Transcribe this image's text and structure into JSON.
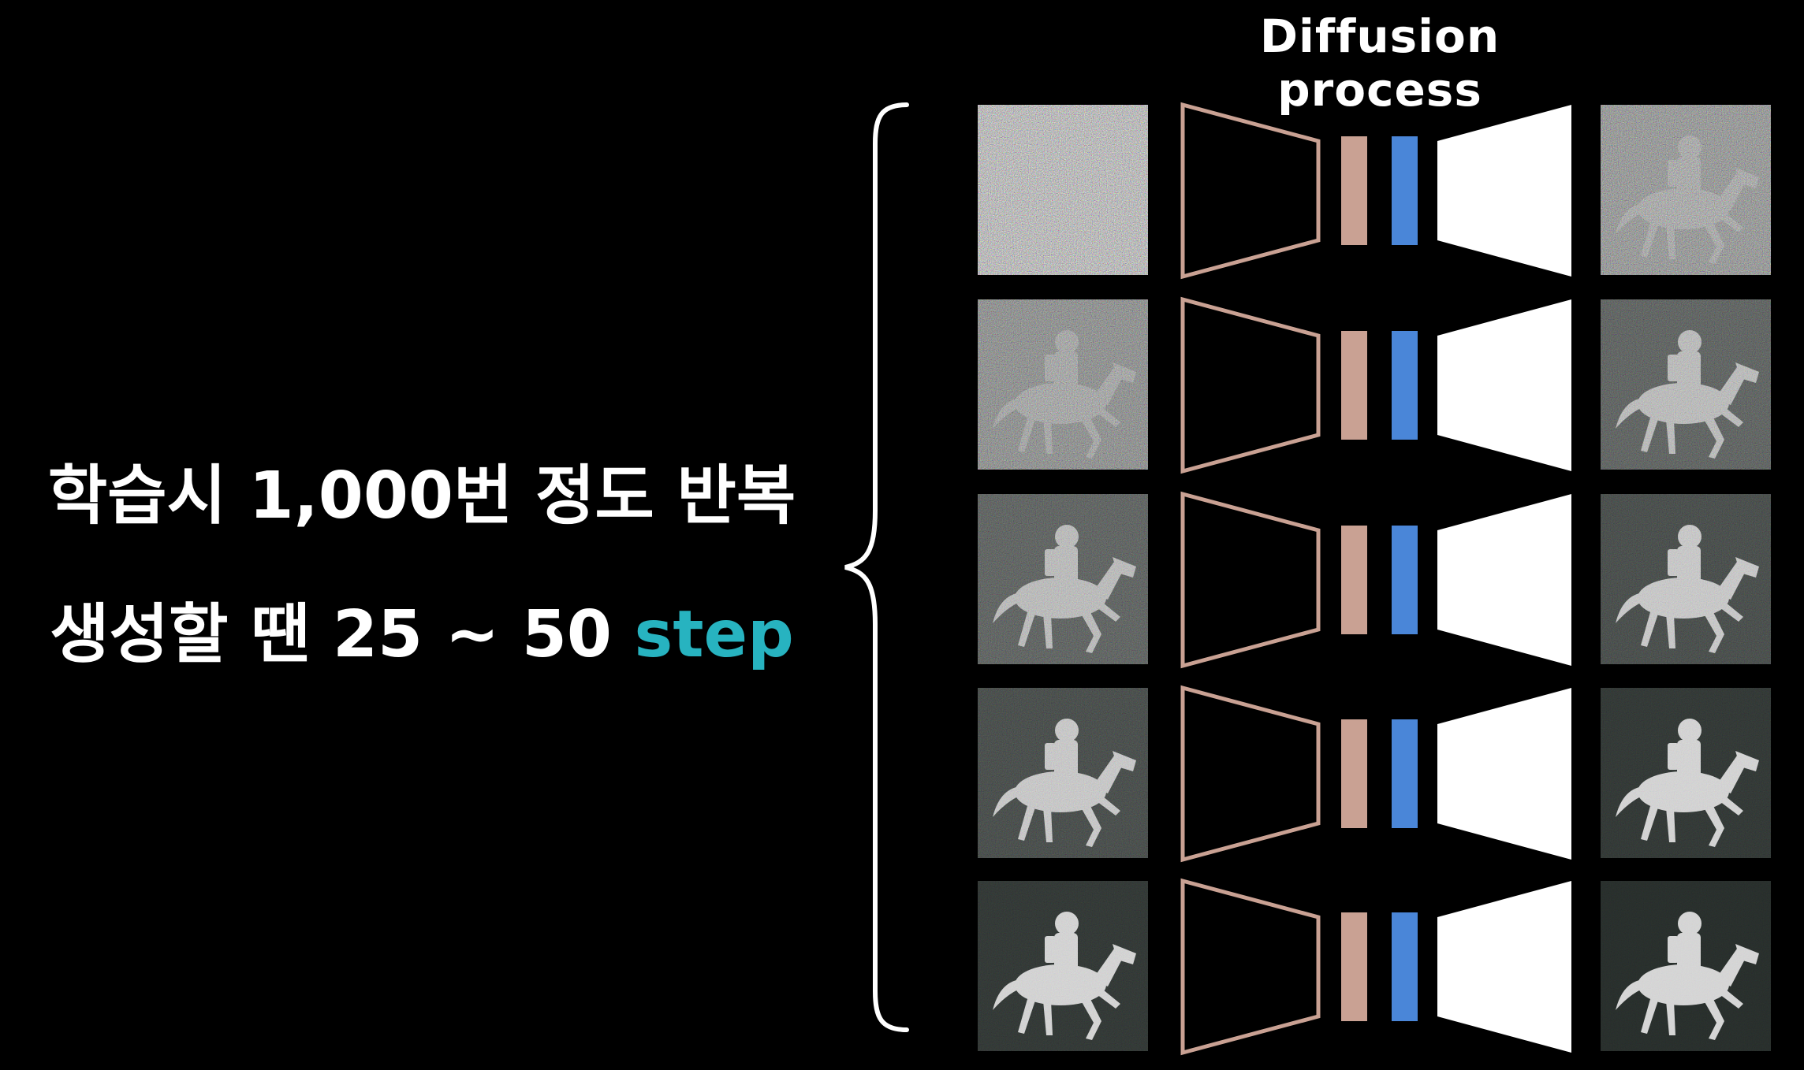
{
  "title": "Diffusion process",
  "left_text": {
    "line1": "학습시 1,000번 정도 반복",
    "line2_prefix": "생성할 땐 25 ~ 50 ",
    "line2_accent": "step"
  },
  "colors": {
    "background": "#000000",
    "text": "#ffffff",
    "accent_text": "#27b3c0",
    "encoder_outline": "#c9a193",
    "latent_bar_tan": "#c9a193",
    "latent_bar_blue": "#4a86d8",
    "decoder_fill": "#ffffff"
  },
  "steps": [
    {
      "input_image": "pure-noise-image",
      "output_image": "noisy-astronaut-horse-image"
    },
    {
      "input_image": "noisy-astronaut-horse-image",
      "output_image": "less-noisy-astronaut-horse-image"
    },
    {
      "input_image": "less-noisy-astronaut-horse-image",
      "output_image": "astronaut-horse-image"
    },
    {
      "input_image": "astronaut-horse-image",
      "output_image": "clearer-astronaut-horse-image"
    },
    {
      "input_image": "clearer-astronaut-horse-image",
      "output_image": "clean-astronaut-horse-image"
    }
  ]
}
